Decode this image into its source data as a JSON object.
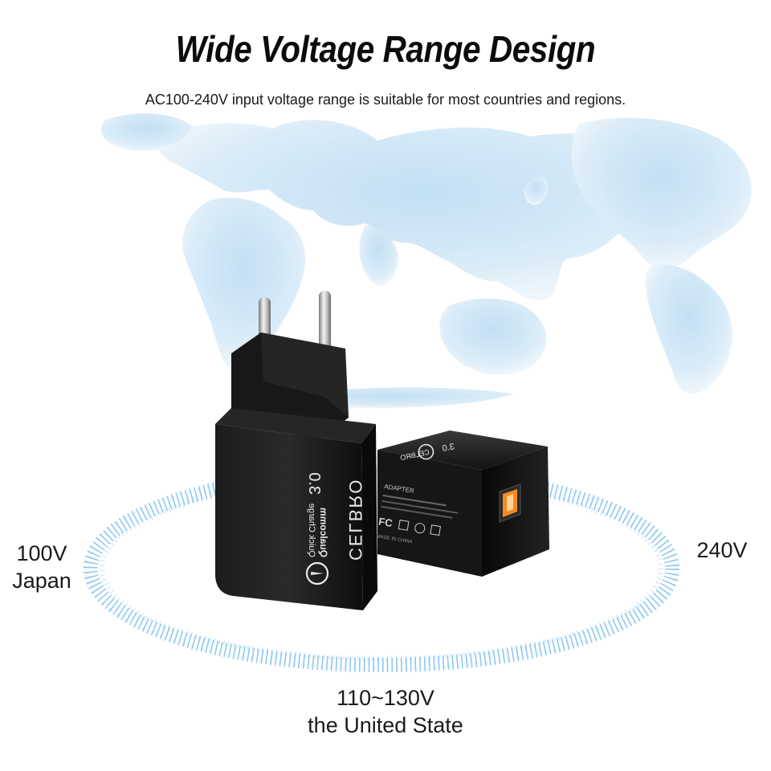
{
  "header": {
    "title": "Wide Voltage Range Design",
    "subtitle": "AC100-240V input voltage range is suitable for most countries and regions."
  },
  "voltage_labels": {
    "left": {
      "voltage": "100V",
      "region": "Japan"
    },
    "right": {
      "voltage": "240V"
    },
    "bottom": {
      "voltage": "110~130V",
      "region": "the United State"
    }
  },
  "product": {
    "brand": "CELBRO",
    "badge_brand": "Qualcomm",
    "badge_text": "Quick Charge",
    "badge_version": "3.0",
    "side_label": "ADAPTER",
    "side_footer": "MADE IN CHINA",
    "cert_mark": "FC"
  },
  "colors": {
    "map": "#cfe6f6",
    "arc": "#2f9be3",
    "charger": "#141414",
    "usb_port": "#f58a1f"
  }
}
